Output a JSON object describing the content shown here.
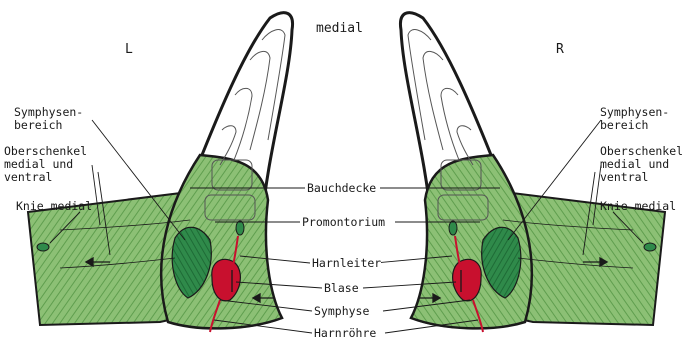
{
  "labels": {
    "medial": "medial",
    "left": "L",
    "right": "R",
    "left_symphysen": "Symphysen-\nbereich",
    "left_oberschenkel": "Oberschenkel\nmedial und\nventral",
    "left_knie": "Knie medial",
    "right_symphysen": "Symphysen-\nbereich",
    "right_oberschenkel": "Oberschenkel\nmedial und\nventral",
    "right_knie": "Knie medial",
    "bauchdecke": "Bauchdecke",
    "promontorium": "Promontorium",
    "harnleiter": "Harnleiter",
    "blase": "Blase",
    "symphyse": "Symphyse",
    "harnroehre": "Harnröhre"
  },
  "colors": {
    "zone_green": "#7fb96a",
    "zone_dark_green": "#2f8a4a",
    "bladder_red": "#c8102e",
    "outline": "#1a1a1a"
  },
  "icons": [
    "left-foot-illustration",
    "right-foot-illustration"
  ]
}
